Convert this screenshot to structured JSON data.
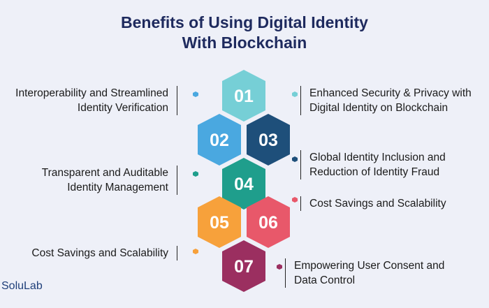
{
  "title": {
    "line1": "Benefits of Using Digital Identity",
    "line2": "With Blockchain"
  },
  "colors": {
    "hex_01": "#76cfd6",
    "hex_02": "#4aa8e0",
    "hex_03": "#1e4f7a",
    "hex_04": "#1f9e8c",
    "hex_05": "#f7a13b",
    "hex_06": "#e8586a",
    "hex_07": "#9b2f60"
  },
  "hexagons": [
    {
      "label": "01",
      "color": "#76cfd6"
    },
    {
      "label": "02",
      "color": "#4aa8e0"
    },
    {
      "label": "03",
      "color": "#1e4f7a"
    },
    {
      "label": "04",
      "color": "#1f9e8c"
    },
    {
      "label": "05",
      "color": "#f7a13b"
    },
    {
      "label": "06",
      "color": "#e8586a"
    },
    {
      "label": "07",
      "color": "#9b2f60"
    }
  ],
  "items": {
    "left_1": {
      "line1": "Interoperability and Streamlined",
      "line2": "Identity Verification",
      "dot_color": "#4aa8e0"
    },
    "left_2": {
      "line1": "Transparent and Auditable",
      "line2": "Identity Management",
      "dot_color": "#1f9e8c"
    },
    "left_3": {
      "line1": "Cost Savings and Scalability",
      "dot_color": "#f7a13b"
    },
    "right_1": {
      "line1": "Enhanced Security & Privacy with",
      "line2": "Digital Identity on Blockchain",
      "dot_color": "#76cfd6"
    },
    "right_2": {
      "line1": "Global Identity Inclusion and",
      "line2": "Reduction of Identity Fraud",
      "dot_color": "#1e4f7a"
    },
    "right_3": {
      "line1": "Cost Savings and Scalability",
      "dot_color": "#e8586a"
    },
    "right_4": {
      "line1": "Empowering User Consent and",
      "line2": "Data Control",
      "dot_color": "#9b2f60"
    }
  },
  "brand": "SoluLab"
}
